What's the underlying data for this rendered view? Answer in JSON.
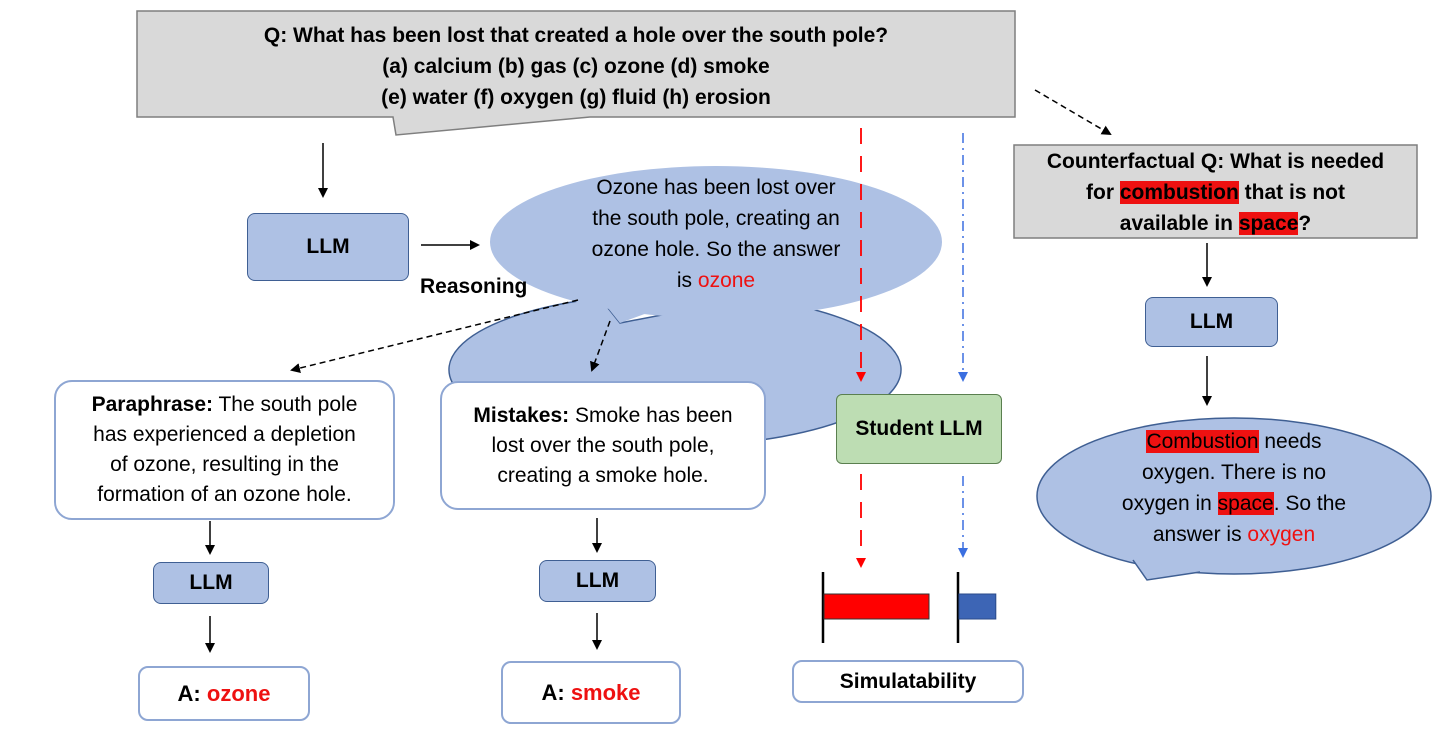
{
  "question": {
    "line1": "Q:  What has been lost that created a hole over the south pole?",
    "line2": "(a) calcium (b) gas (c) ozone (d) smoke",
    "line3": "(e) water (f) oxygen (g) fluid (h) erosion"
  },
  "llm_main": "LLM",
  "reasoning_label": "Reasoning",
  "reasoning_bubble": {
    "line1": "Ozone has been lost over",
    "line2": "the south pole, creating an",
    "line3": "ozone hole. So the answer",
    "line4_prefix": "is ",
    "answer": "ozone"
  },
  "paraphrase": {
    "label": "Paraphrase:",
    "line1_rest": " The south pole",
    "line2": "has experienced a depletion",
    "line3": "of ozone, resulting in the",
    "line4": "formation of an ozone hole."
  },
  "mistakes": {
    "label": "Mistakes:",
    "line1_rest": " Smoke has been",
    "line2": "lost over the south pole,",
    "line3": "creating a smoke hole."
  },
  "llm_paraphrase": "LLM",
  "llm_mistakes": "LLM",
  "answer_paraphrase": {
    "prefix": "A: ",
    "value": "ozone"
  },
  "answer_mistakes": {
    "prefix": "A: ",
    "value": "smoke"
  },
  "student_llm": "Student LLM",
  "simulatability": "Simulatability",
  "counterfactual": {
    "line1": "Counterfactual Q: What is needed",
    "line2_prefix": "for ",
    "line2_hl": "combustion",
    "line2_suffix": " that is not",
    "line3_prefix": "available in ",
    "line3_hl": "space",
    "line3_suffix": "?"
  },
  "llm_counterfactual": "LLM",
  "counterfactual_bubble": {
    "line1_hl": "Combustion",
    "line1_rest": " needs",
    "line2": "oxygen. There is no",
    "line3_prefix": "oxygen in ",
    "line3_hl": "space",
    "line3_suffix": ". So the",
    "line4_prefix": "answer is ",
    "answer": "oxygen"
  },
  "colors": {
    "callout_gray": "#d9d9d9",
    "llm_blue": "#aec1e4",
    "student_green": "#bdddb3",
    "highlight_red": "#ee1111",
    "bar_red": "#ff0000",
    "bar_blue": "#3d65b5",
    "dash_blue": "#3b6fe0"
  },
  "simulatability_bars": {
    "red": 1.0,
    "blue": 0.35
  }
}
